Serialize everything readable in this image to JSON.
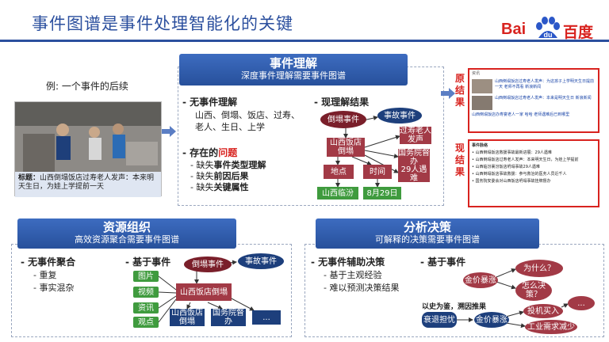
{
  "title": "事件图谱是事件处理智能化的关键",
  "logo": {
    "latin": "Bai",
    "badge": "du",
    "chinese": "百度"
  },
  "example": {
    "label": "例: 一个事件的后续",
    "caption_head": "标题：",
    "caption_text": "山西倒塌饭店过寿老人发声：本来明天生日，为娃上学提前一天"
  },
  "understanding": {
    "title": "事件理解",
    "subtitle": "深度事件理解需要事件图谱",
    "no_understanding": "无事件理解",
    "no_understanding_items": "山西、倒塌、饭店、过寿、老人、生日、上学",
    "problems_prefix": "存在的",
    "problems_word": "问题",
    "problems": [
      {
        "prefix": "缺失",
        "bold": "事件类型理解"
      },
      {
        "prefix": "缺失",
        "bold": "前因后果"
      },
      {
        "prefix": "缺失",
        "bold": "关键属性"
      }
    ],
    "result_title": "现理解结果",
    "graph": {
      "collapse": "倒塌事件",
      "accident": "事故事件",
      "restaurant": "山西饭店倒塌",
      "elder": "过寿老人发声",
      "state_council": "国务院督办",
      "place": "地点",
      "time": "时间",
      "trapped": "29人遇难",
      "linfen": "山西临汾",
      "date": "8月29日"
    }
  },
  "results": {
    "original_label": "原结果",
    "current_label": "现结果",
    "original_header": "资讯",
    "original_item1": "山西倒塌饭店过寿老人发声：为这孩子上学明天生日提前一天 老师不再看 新浪新闻",
    "original_item2": "山西倒塌饭店过寿老人发声：本来是明天生日 新浪新闻",
    "original_item3": "山西倒塌饭店办寿宴老人一家 哈哈 老师遇难后已到哪里",
    "current_header": "事件脉络",
    "timeline": [
      "山西倒塌饭店救援事故最新进展：29人遇难",
      "山西倒塌饭店过寿老人发声：本来明天生日，为娃上学提前",
      "山西临汾襄汾饭店坍塌事故29人遇难",
      "山西倒塌饭店事故救援：参与救治的医务人员近千人",
      "国务院安委会对山西饭店坍塌事故挂牌督办"
    ]
  },
  "resources": {
    "title": "资源组织",
    "subtitle": "高效资源聚合需要事件图谱",
    "no_aggregation": "无事件聚合",
    "items": [
      "重复",
      "事实混杂"
    ],
    "based_on": "基于事件",
    "media": [
      "图片",
      "视频",
      "资讯",
      "观点"
    ],
    "graph": {
      "collapse": "倒塌事件",
      "accident": "事故事件",
      "restaurant": "山西饭店倒塌",
      "sub1": "山西饭店倒塌",
      "sub2": "国务院督办",
      "more": "..."
    }
  },
  "analysis": {
    "title": "分析决策",
    "subtitle": "可解释的决策需要事件图谱",
    "no_aid": "无事件辅助决策",
    "items": [
      "基于主观经验",
      "难以预测决策结果"
    ],
    "based_on": "基于事件",
    "history": "以史为鉴，溯因推果",
    "graph": {
      "price_up": "金价暴涨",
      "why": "为什么？",
      "how": "怎么决策？",
      "fear": "衰退担忧",
      "price_up2": "金价暴涨",
      "speculate": "投机买入",
      "demand": "工业需求减少",
      "more": "..."
    }
  }
}
